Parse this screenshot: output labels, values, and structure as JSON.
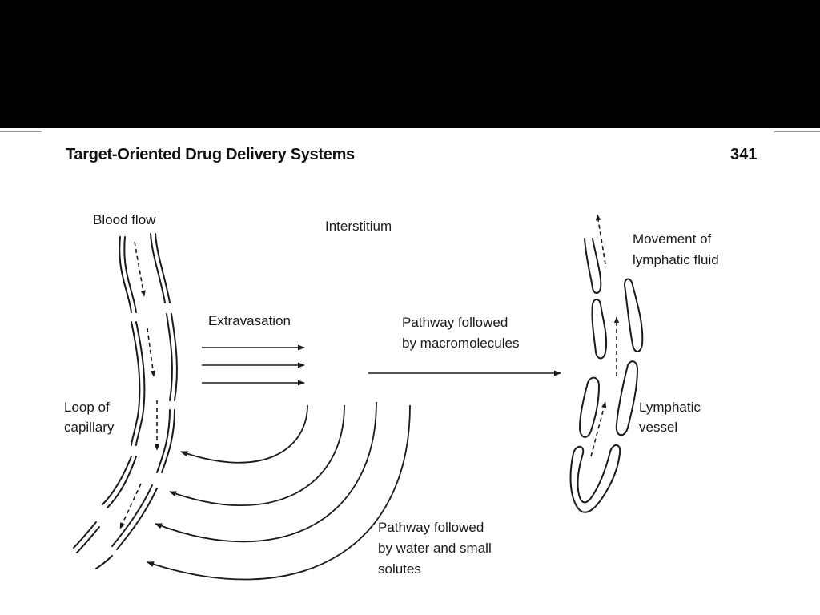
{
  "page": {
    "running_head": "Target-Oriented Drug Delivery Systems",
    "page_number": "341"
  },
  "figure": {
    "labels": {
      "blood_flow": "Blood flow",
      "interstitium": "Interstitium",
      "extravasation": "Extravasation",
      "macromolecule_pathway_line1": "Pathway followed",
      "macromolecule_pathway_line2": "by macromolecules",
      "lymphatic_movement_line1": "Movement of",
      "lymphatic_movement_line2": "lymphatic fluid",
      "capillary_line1": "Loop of",
      "capillary_line2": "capillary",
      "lymphatic_vessel_line1": "Lymphatic",
      "lymphatic_vessel_line2": "vessel",
      "water_pathway_line1": "Pathway followed",
      "water_pathway_line2": "by water and small",
      "water_pathway_line3": "solutes"
    }
  },
  "colors": {
    "background": "#000000",
    "page": "#ffffff",
    "ink": "#1a1a1a"
  }
}
